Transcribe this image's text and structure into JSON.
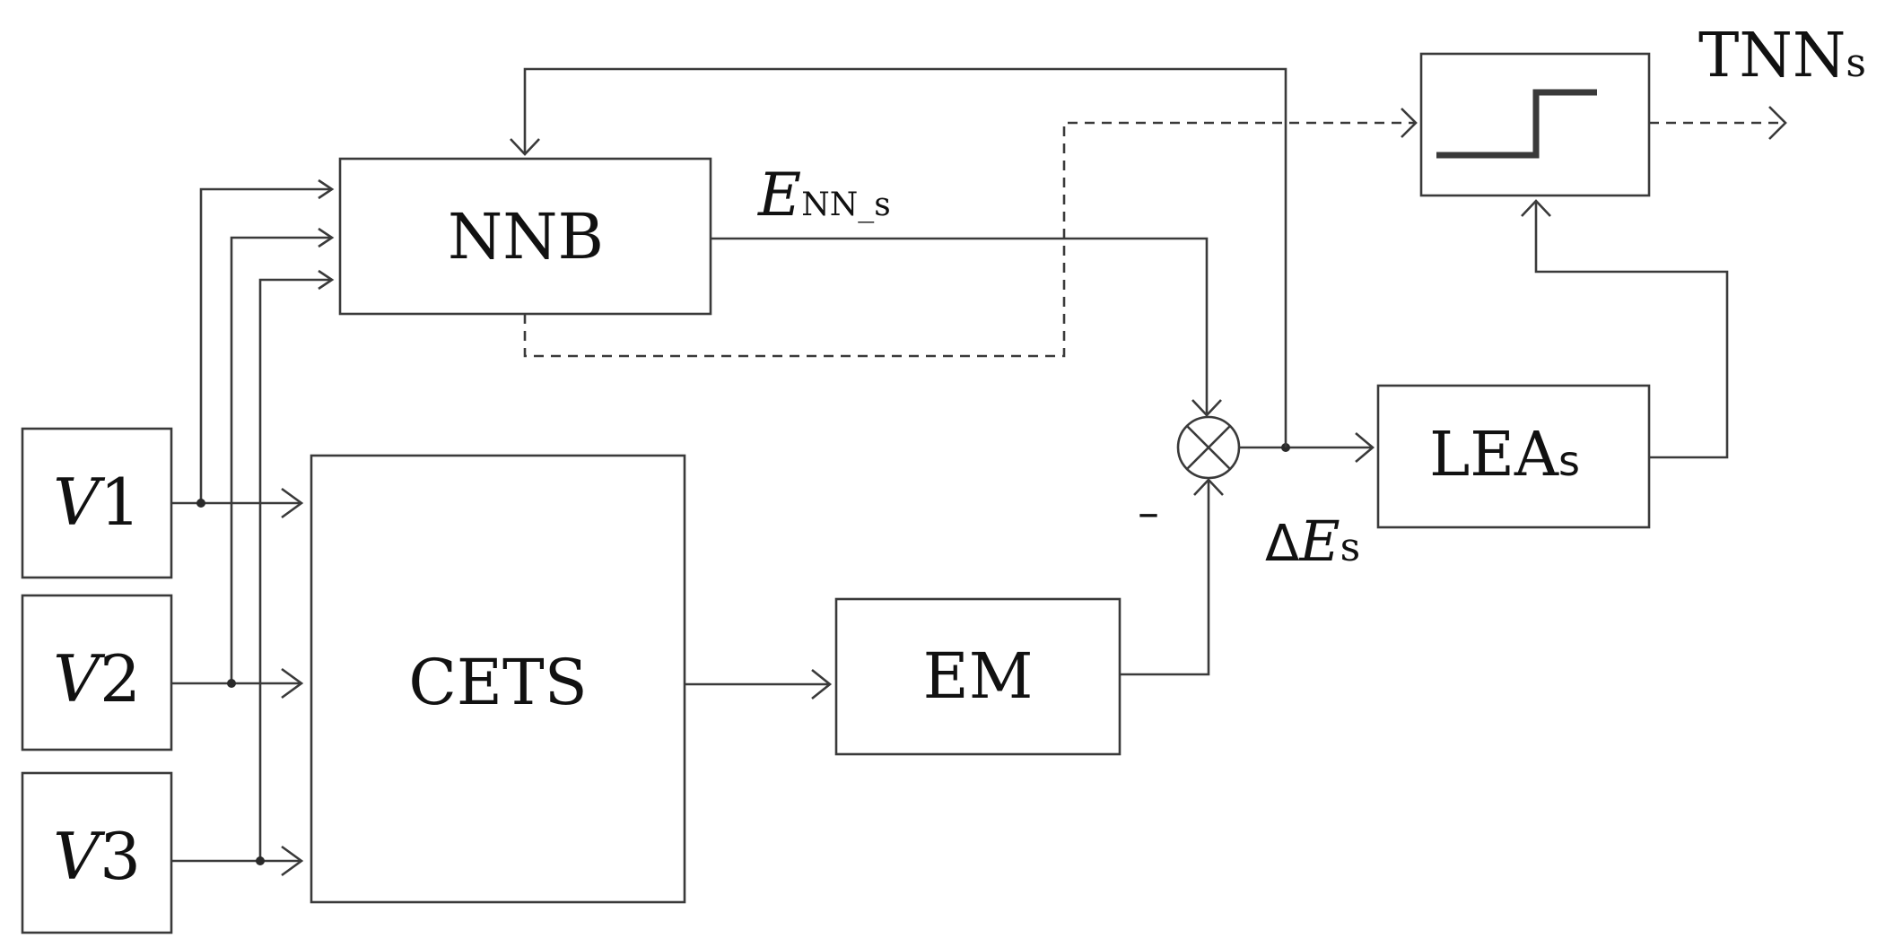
{
  "blocks": {
    "v1": {
      "letter": "V",
      "index": "1"
    },
    "v2": {
      "letter": "V",
      "index": "2"
    },
    "v3": {
      "letter": "V",
      "index": "3"
    },
    "nnb": "NNB",
    "cets": "CETS",
    "em": "EM",
    "lea": {
      "main": "LEA",
      "sub": "s"
    }
  },
  "signals": {
    "enn": {
      "main": "E",
      "sub": "NN_s"
    },
    "delta_e": {
      "delta": "Δ",
      "main": "E",
      "sub": "s"
    },
    "tnn": {
      "main": "TNN",
      "sub": "s"
    },
    "minus": "–"
  }
}
